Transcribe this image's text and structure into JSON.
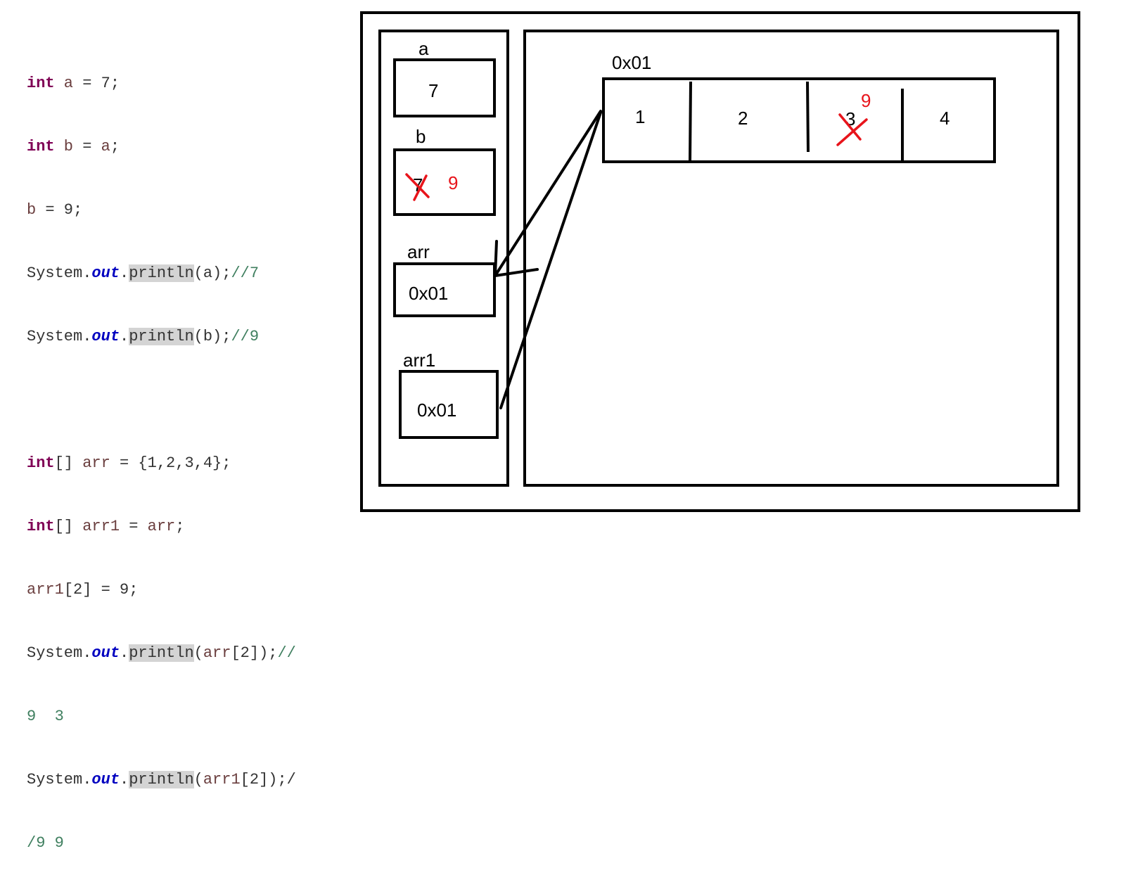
{
  "code": {
    "l1": {
      "kw": "int",
      "var": " a",
      "rest": " = 7;"
    },
    "l2": {
      "kw": "int",
      "var": " b",
      "rest": " = ",
      "var2": "a",
      "end": ";"
    },
    "l3": {
      "var": "b",
      "rest": " = 9;"
    },
    "l4": {
      "sys": "System.",
      "out": "out",
      "dot": ".",
      "println": "println",
      "arg": "(a);",
      "cmt": "//7"
    },
    "l5": {
      "sys": "System.",
      "out": "out",
      "dot": ".",
      "println": "println",
      "arg": "(b);",
      "cmt": "//9"
    },
    "l6": {
      "kw": "int",
      "br": "[]",
      "var": " arr",
      "rest": " = {1,2,3,4};"
    },
    "l7": {
      "kw": "int",
      "br": "[]",
      "var": " arr1",
      "rest": " = ",
      "var2": "arr",
      "end": ";"
    },
    "l8": {
      "var": "arr1",
      "rest": "[2] = 9;"
    },
    "l9": {
      "sys": "System.",
      "out": "out",
      "dot": ".",
      "println": "println",
      "arg": "(",
      "var": "arr",
      "arg2": "[2]);",
      "cmt": "//"
    },
    "l10": {
      "cmt": "9  3"
    },
    "l11": {
      "sys": "System.",
      "out": "out",
      "dot": ".",
      "println": "println",
      "arg": "(",
      "var": "arr1",
      "arg2": "[2]);/",
      "cmt": ""
    },
    "l12": {
      "cmt": "/9 9"
    }
  },
  "stack": {
    "a": {
      "name": "a",
      "value": "7"
    },
    "b": {
      "name": "b",
      "old_value": "7",
      "new_value": "9"
    },
    "arr": {
      "name": "arr",
      "value": "0x01"
    },
    "arr1": {
      "name": "arr1",
      "value": "0x01"
    }
  },
  "heap": {
    "address": "0x01",
    "cells": [
      "1",
      "2",
      "3",
      "4"
    ],
    "replacement": "9"
  },
  "colors": {
    "ink": "#000000",
    "correction": "#e8141b",
    "keyword": "#7f0055",
    "variable": "#6a3e3e",
    "field": "#0000c0",
    "comment": "#3f7f5f",
    "highlight": "#d4d4d4"
  }
}
